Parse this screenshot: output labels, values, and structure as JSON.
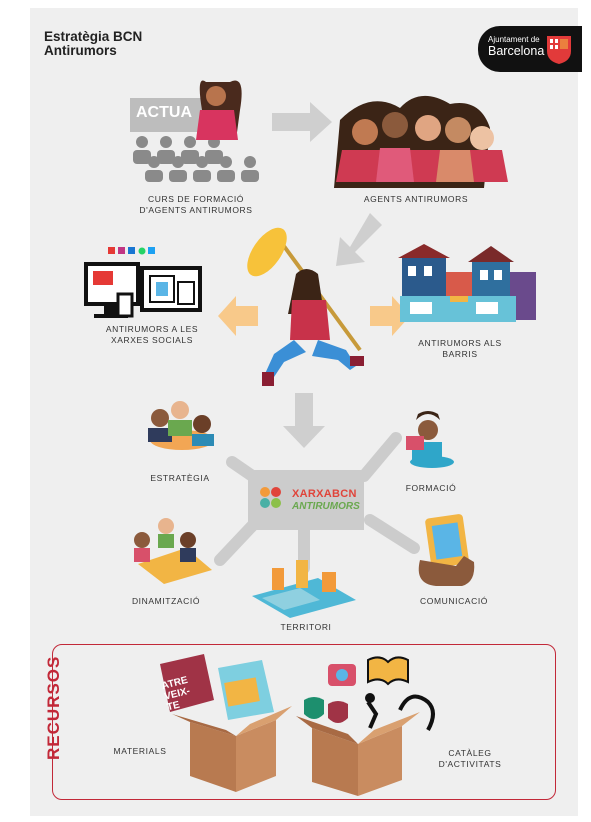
{
  "header": {
    "title_line1": "Estratègia BCN",
    "title_line2": "Antirumors"
  },
  "logo": {
    "line1": "Ajuntament de",
    "line2": "Barcelona"
  },
  "flow": {
    "course": {
      "label_line1": "CURS DE FORMACIÓ",
      "label_line2": "D'AGENTS ANTIRUMORS",
      "screen_text": "ACTUA"
    },
    "agents": {
      "label": "AGENTS ANTIRUMORS"
    },
    "social": {
      "label_line1": "ANTIRUMORS A LES",
      "label_line2": "XARXES SOCIALS"
    },
    "neighborhoods": {
      "label_line1": "ANTIRUMORS ALS",
      "label_line2": "BARRIS"
    }
  },
  "network": {
    "logo_line1": "XARXABCN",
    "logo_line2": "ANTIRUMORS",
    "nodes": [
      "ESTRATÈGIA",
      "FORMACIÓ",
      "DINAMITZACIÓ",
      "COMUNICACIÓ",
      "TERRITORI"
    ]
  },
  "resources": {
    "title": "RECURSOS",
    "materials": {
      "label": "MATERIALS",
      "book_text": "ATRE VEIX- TE"
    },
    "activities": {
      "label_line1": "CATÀLEG",
      "label_line2": "D'ACTIVITATS"
    }
  },
  "colors": {
    "accent": "#c22838",
    "arrow_gray": "#cfcfcf",
    "arrow_orange": "#f8c98a",
    "box": "#c0875a"
  }
}
